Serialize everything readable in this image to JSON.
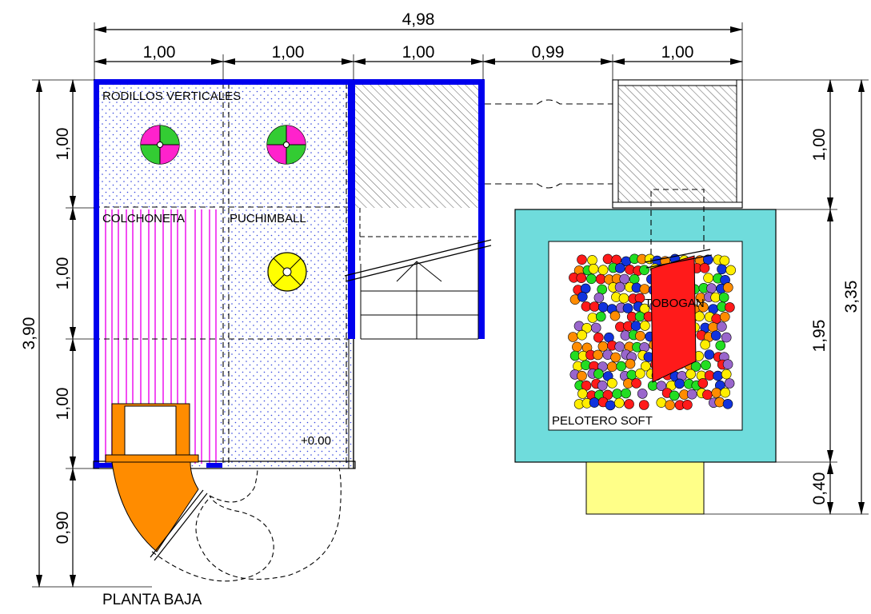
{
  "drawing": {
    "title": "PLANTA BAJA",
    "level": "+0.00"
  },
  "dimensions": {
    "top_total": "4,98",
    "top_segments": [
      "1,00",
      "1,00",
      "1,00",
      "0,99",
      "1,00"
    ],
    "left_total": "3,90",
    "left_segments": [
      "1,00",
      "1,00",
      "1,00",
      "0,90"
    ],
    "right_segments": [
      "1,00",
      "1,95",
      "0,40"
    ],
    "right_total": "3,35"
  },
  "labels": {
    "rollers": "RODILLOS VERTICALES",
    "mat": "COLCHONETA",
    "punchball": "PUCHIMBALL",
    "slide": "TOBOGAN",
    "ball_pit": "PELOTERO SOFT"
  },
  "colors": {
    "frame": "#0000ee",
    "dots": "#3344dd",
    "mat_lines": "#ee22ee",
    "pit_border": "#6fdcdc",
    "slide": "#ff1a1a",
    "step": "#ffff88",
    "chute": "#ff8c00",
    "roller_a": "#ff22cc",
    "roller_b": "#33cc33",
    "punchball": "#ffff00",
    "balls": [
      "#ff1a1a",
      "#ffee00",
      "#1133dd",
      "#22dd22",
      "#9966cc",
      "#ff8c00"
    ]
  },
  "icons": {
    "roller": "roller-icon",
    "punchball": "punchball-icon",
    "ball": "ball-icon"
  }
}
